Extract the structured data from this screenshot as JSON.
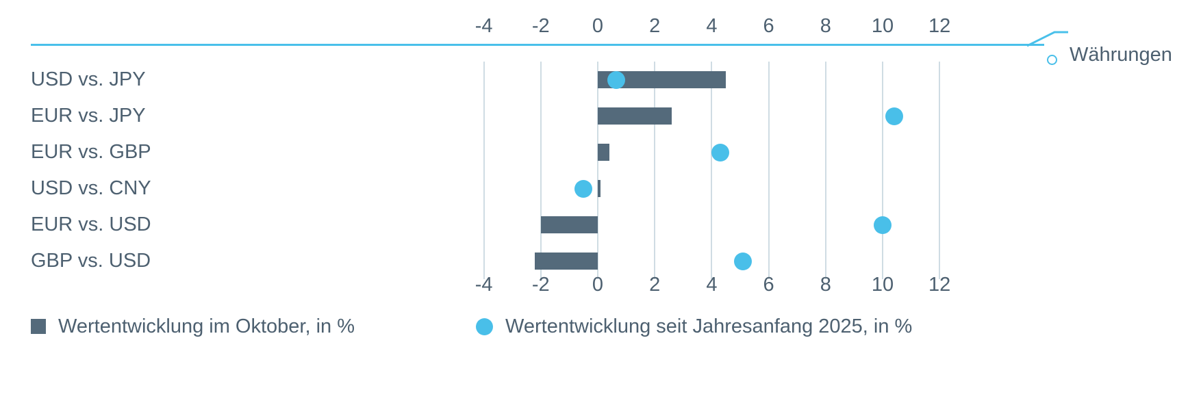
{
  "header": {
    "series_title": "Währungen",
    "marker_icon": "open-circle-icon"
  },
  "axis": {
    "ticks": [
      "-4",
      "-2",
      "0",
      "2",
      "4",
      "6",
      "8",
      "10",
      "12"
    ],
    "tick_values": [
      -4,
      -2,
      0,
      2,
      4,
      6,
      8,
      10,
      12
    ]
  },
  "categories": [
    "USD vs. JPY",
    "EUR vs. JPY",
    "EUR vs. GBP",
    "USD vs. CNY",
    "EUR vs. USD",
    "GBP vs. USD"
  ],
  "legend": [
    {
      "label": "Wertentwicklung im Oktober, in %",
      "marker": "square",
      "color": "#546a7b"
    },
    {
      "label": "Wertentwicklung seit Jahresanfang 2025, in %",
      "marker": "circle",
      "color": "#49bfe9"
    }
  ],
  "colors": {
    "bar": "#546a7b",
    "dot": "#49bfe9",
    "rule": "#49c0ea",
    "grid": "#cfdce3",
    "text": "#4d6070",
    "background": "#ffffff"
  },
  "chart_data": {
    "type": "bar",
    "orientation": "horizontal",
    "title": "Währungen",
    "xlabel": "",
    "ylabel": "",
    "xlim": [
      -5,
      13
    ],
    "grid": true,
    "legend_position": "bottom",
    "categories": [
      "USD vs. JPY",
      "EUR vs. JPY",
      "EUR vs. GBP",
      "USD vs. CNY",
      "EUR vs. USD",
      "GBP vs. USD"
    ],
    "series": [
      {
        "name": "Wertentwicklung im Oktober, in %",
        "type": "bar",
        "color": "#546a7b",
        "values": [
          4.5,
          2.6,
          0.4,
          0.1,
          -2.0,
          -2.2
        ]
      },
      {
        "name": "Wertentwicklung seit Jahresanfang 2025, in %",
        "type": "scatter",
        "color": "#49bfe9",
        "values": [
          0.65,
          10.4,
          4.3,
          -0.5,
          10.0,
          5.1
        ]
      }
    ],
    "axis_ticks": [
      -4,
      -2,
      0,
      2,
      4,
      6,
      8,
      10,
      12
    ]
  }
}
